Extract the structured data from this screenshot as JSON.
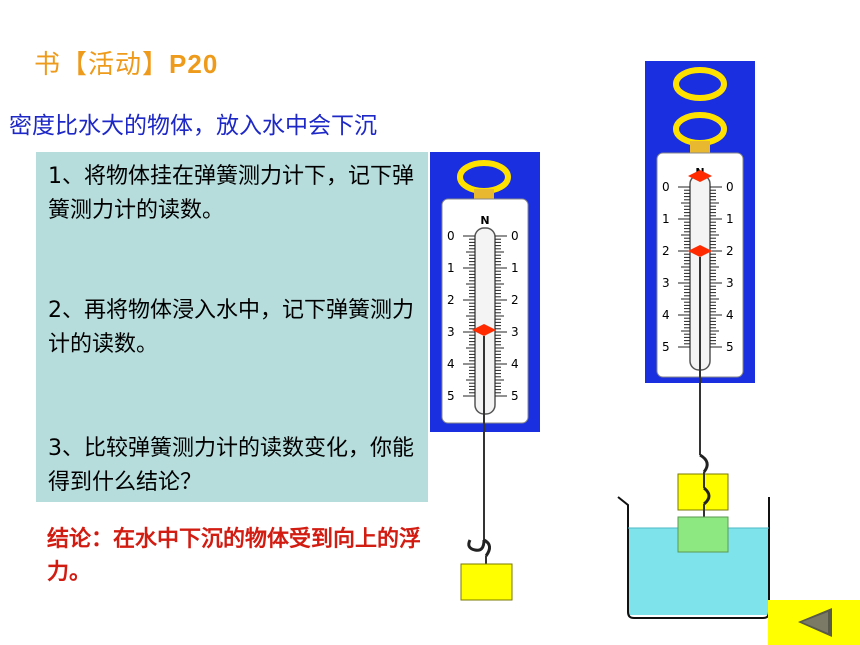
{
  "slide": {
    "title_prefix": "书【活动】",
    "title_page": "P20",
    "subtitle": "密度比水大的物体，放入水中会下沉",
    "steps": [
      "1、将物体挂在弹簧测力计下，记下弹簧测力计的读数。",
      "2、再将物体浸入水中，记下弹簧测力计的读数。",
      "3、比较弹簧测力计的读数变化，你能得到什么结论？"
    ],
    "conclusion": "结论：在水中下沉的物体受到向上的浮力。"
  },
  "scale_left": {
    "top_label": "N",
    "ticks": [
      "0",
      "1",
      "2",
      "3",
      "4",
      "5"
    ],
    "reading": 3
  },
  "scale_right": {
    "top_label": "N",
    "ticks": [
      "0",
      "1",
      "2",
      "3",
      "4",
      "5"
    ],
    "reading": 2
  },
  "colors": {
    "title": "#ee9a1a",
    "subtitle": "#1d28c6",
    "conclusion": "#d21c12",
    "panel": "#b6dcdc",
    "scale_bg": "#1a2fe0",
    "ring": "#ffe100",
    "water": "#7fe3ec",
    "block": "#ffff00",
    "nav": "#ffff00"
  },
  "nav": {
    "back_icon": "triangle-left-icon"
  }
}
